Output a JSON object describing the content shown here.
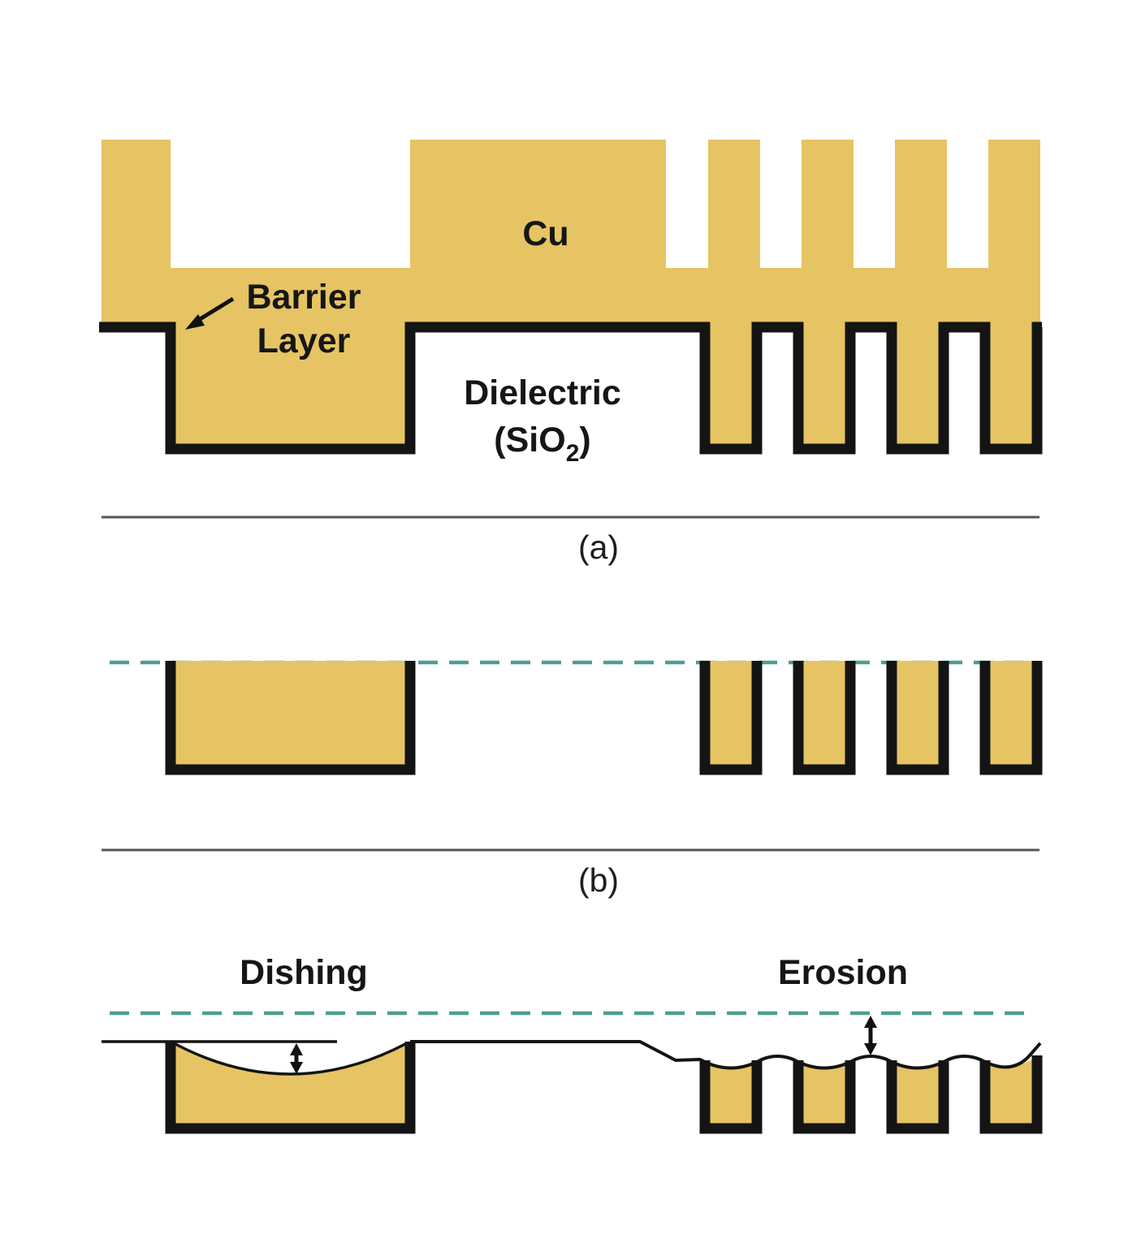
{
  "figure": {
    "panel_a": {
      "label_cu": "Cu",
      "label_barrier_line1": "Barrier",
      "label_barrier_line2": "Layer",
      "label_dielectric": "Dielectric",
      "formula_pre": "(SiO",
      "formula_sub": "2",
      "formula_post": ")",
      "caption": "(a)"
    },
    "panel_b": {
      "caption": "(b)"
    },
    "panel_c": {
      "label_dishing": "Dishing",
      "label_erosion": "Erosion"
    },
    "colors": {
      "copper": "#E6C463",
      "barrier": "#141414",
      "dashed_line": "#4F9D92",
      "separator": "#555555",
      "background": "#FFFFFF"
    }
  }
}
